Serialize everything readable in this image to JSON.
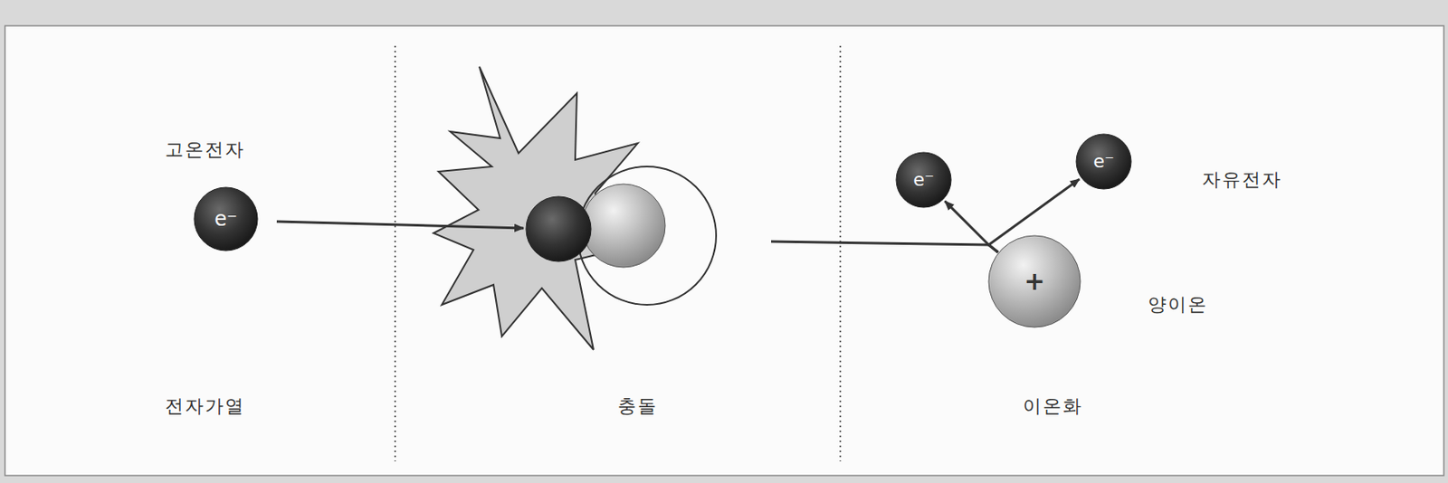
{
  "diagram": {
    "nodes": [
      {
        "text": [
          "e⁻"
        ]
      },
      {
        "text": [
          "e⁻"
        ]
      },
      {
        "text": [
          "e⁻"
        ]
      },
      {
        "text": [
          "+"
        ]
      }
    ],
    "edges": [
      {
        "from": 3,
        "to": 1,
        "arrow": "to"
      },
      {
        "from": 3,
        "to": 2,
        "arrow": "to"
      }
    ],
    "labels": [
      "고온전자",
      "자유전자",
      "양이온",
      "전자가열",
      "충돌",
      "이온화"
    ]
  }
}
